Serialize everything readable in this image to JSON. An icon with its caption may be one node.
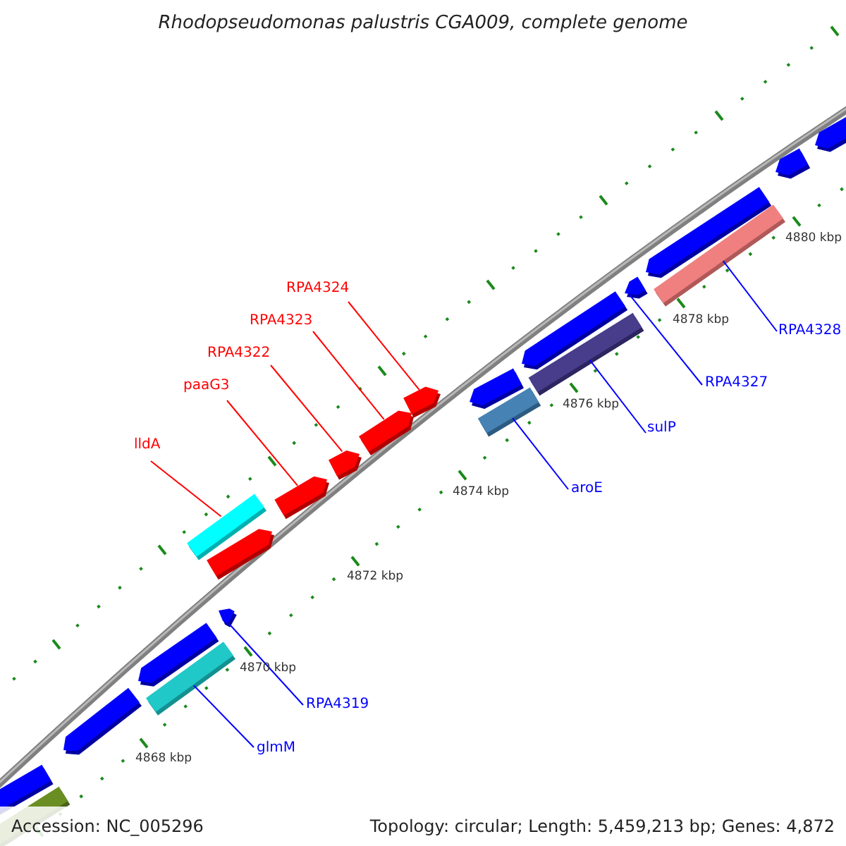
{
  "diagram": {
    "title": "Rhodopseudomonas palustris CGA009, complete genome",
    "nodes": [
      {
        "text": [
          "RPA4324"
        ]
      },
      {
        "text": [
          "RPA4323"
        ]
      },
      {
        "text": [
          "RPA4328"
        ]
      },
      {
        "text": [
          "RPA4322"
        ]
      },
      {
        "text": [
          "RPA4327"
        ]
      },
      {
        "text": [
          "paaG3"
        ]
      },
      {
        "text": [
          "sulP"
        ]
      },
      {
        "text": [
          "lldA"
        ]
      },
      {
        "text": [
          "aroE"
        ]
      },
      {
        "text": [
          "RPA4319"
        ]
      },
      {
        "text": [
          "glmM"
        ]
      },
      {
        "text": [],
        "shape": "bar"
      },
      {
        "text": [],
        "shape": "bar"
      },
      {
        "text": [],
        "shape": "arrow"
      },
      {
        "text": [],
        "shape": "arrow"
      },
      {
        "text": [],
        "shape": "arrow"
      },
      {
        "text": [],
        "shape": "arrow"
      },
      {
        "text": [],
        "shape": "arrow"
      },
      {
        "text": [],
        "shape": "bar"
      },
      {
        "text": [],
        "shape": "bar"
      },
      {
        "text": [],
        "shape": "arrow"
      },
      {
        "text": [],
        "shape": "bar"
      }
    ],
    "edges": [
      {
        "from": 0,
        "to": 17,
        "arrow": "none",
        "color": "#ff0000"
      },
      {
        "from": 1,
        "to": 16,
        "arrow": "none",
        "color": "#ff0000"
      },
      {
        "from": 2,
        "to": 21,
        "arrow": "none"
      },
      {
        "from": 3,
        "to": 15,
        "arrow": "none",
        "color": "#ff0000"
      },
      {
        "from": 4,
        "to": 20,
        "arrow": "none"
      },
      {
        "from": 5,
        "to": 14,
        "arrow": "none",
        "color": "#ff0000"
      },
      {
        "from": 6,
        "to": 19,
        "arrow": "none"
      },
      {
        "from": 7,
        "to": 12,
        "arrow": "none",
        "color": "#ff0000"
      },
      {
        "from": 8,
        "to": 18,
        "arrow": "none"
      },
      {
        "from": 9,
        "to": 13,
        "arrow": "none"
      },
      {
        "from": 10,
        "to": 11,
        "arrow": "none"
      }
    ],
    "labels": [
      "4880 kbp",
      "4878 kbp",
      "4876 kbp",
      "4874 kbp",
      "4872 kbp",
      "4870 kbp",
      "4868 kbp",
      "Accession: NC_005296",
      "Topology: circular; Length: 5,459,213 bp; Genes: 4,872"
    ]
  }
}
